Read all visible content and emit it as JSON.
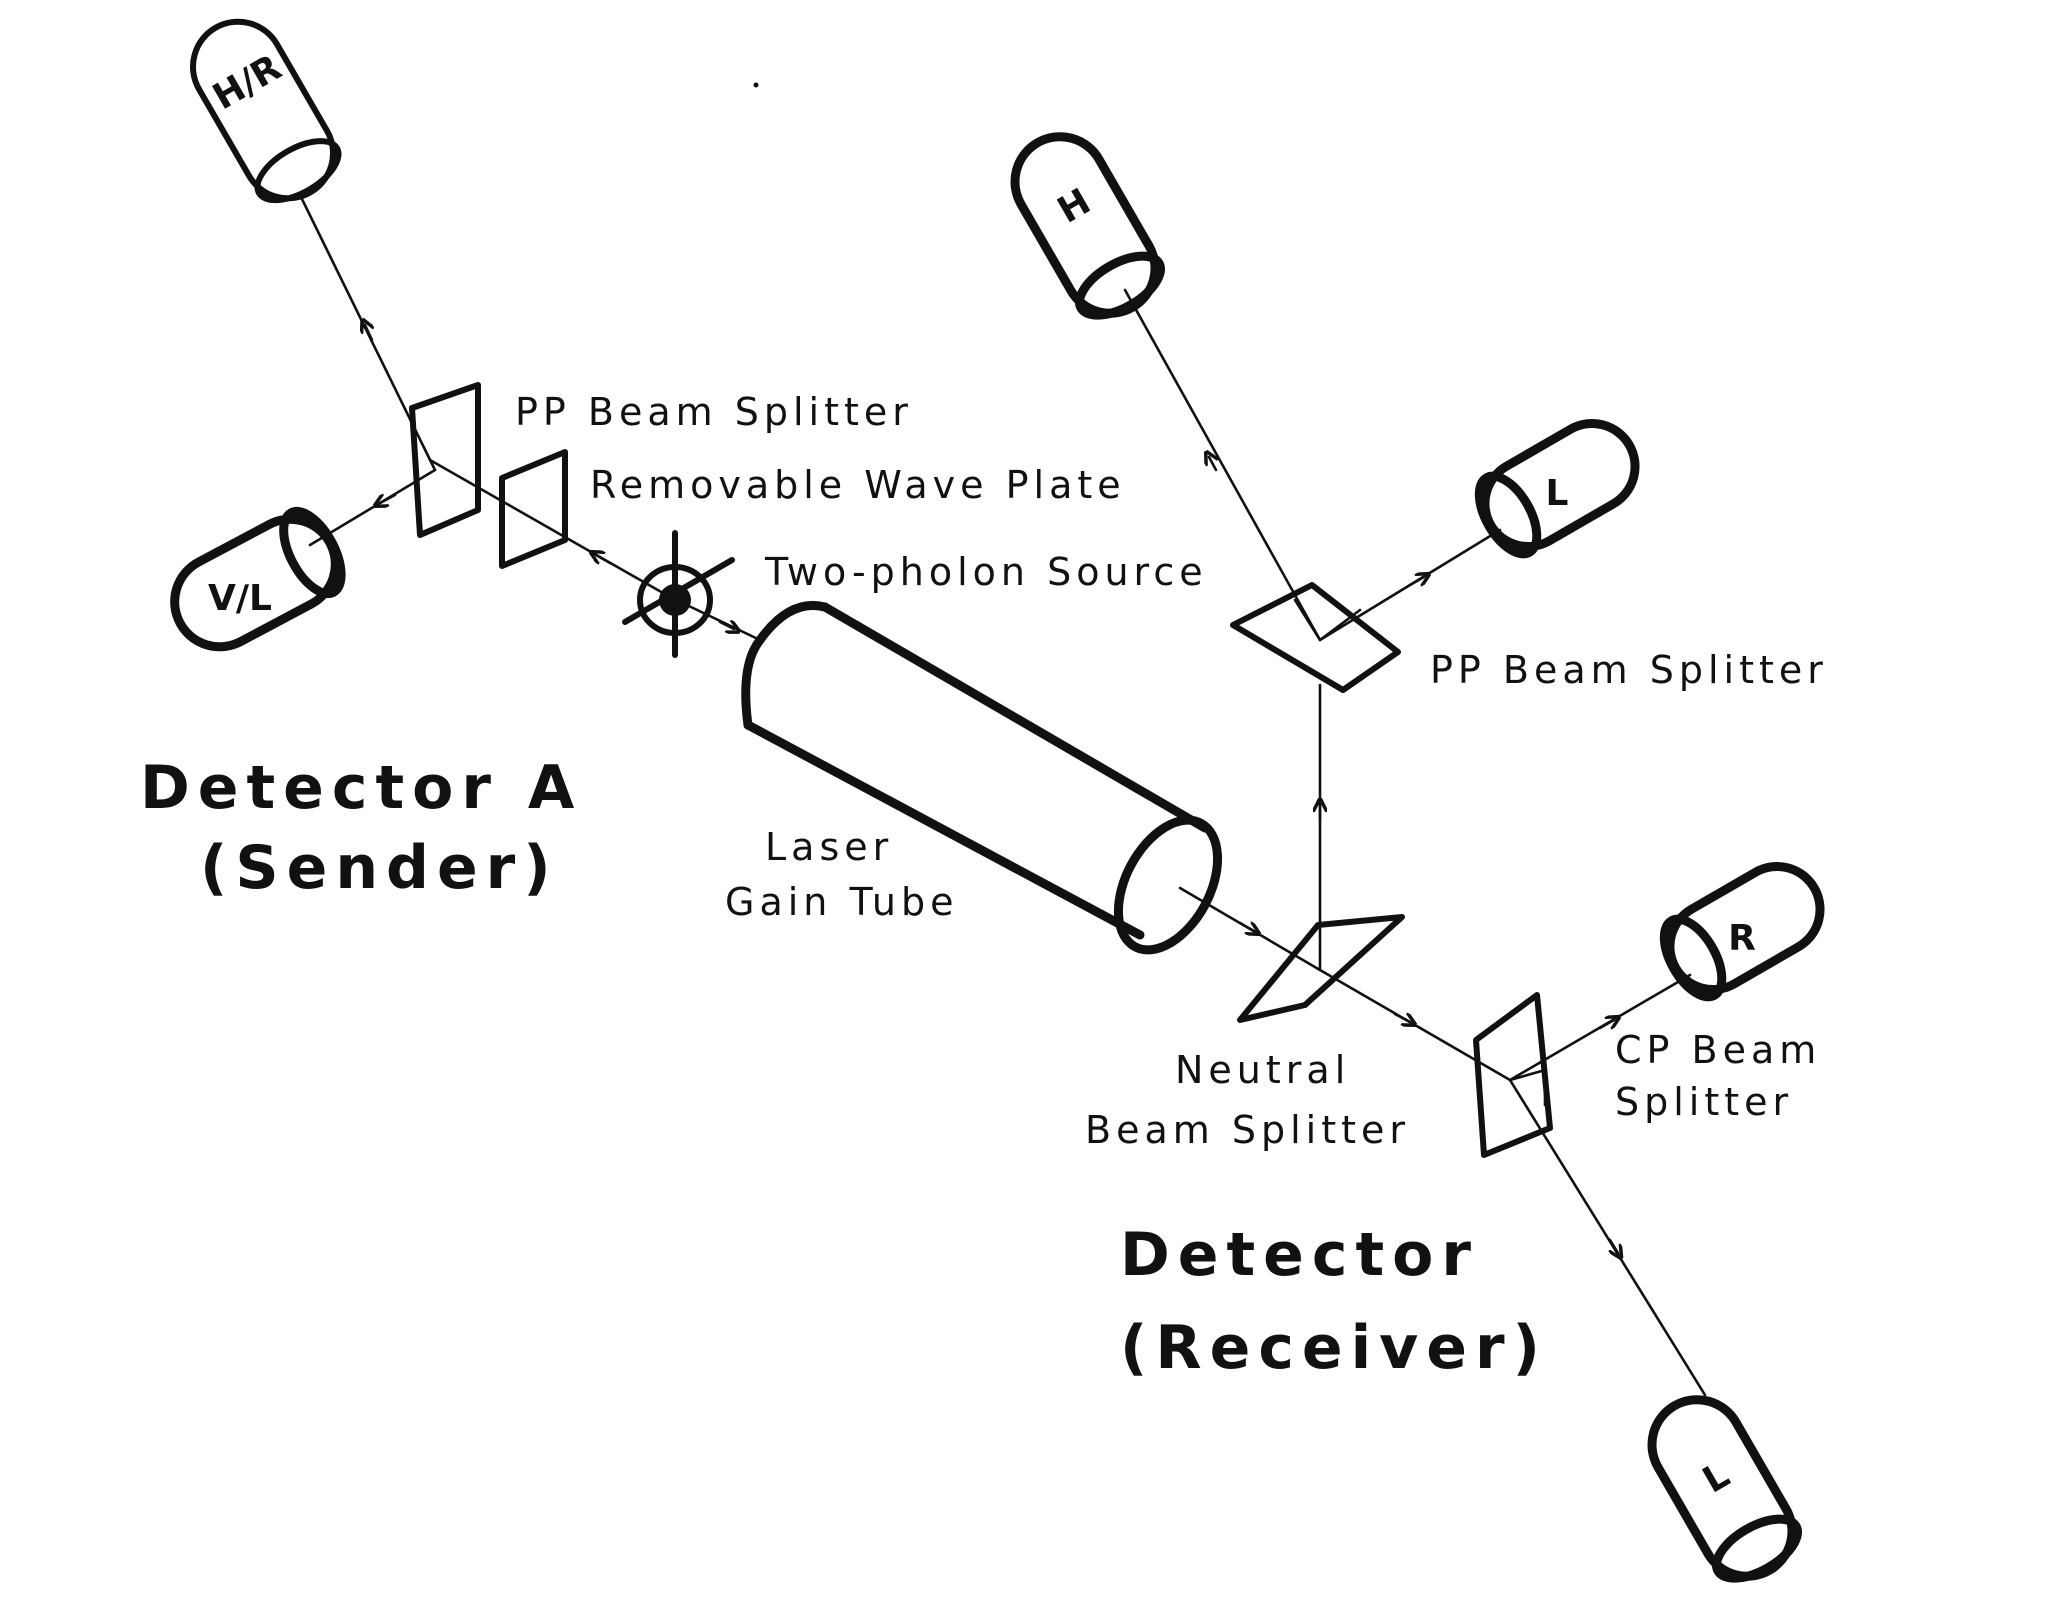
{
  "labels": {
    "pp_beam_splitter_a": "PP Beam Splitter",
    "removable_wave_plate": "Removable Wave Plate",
    "two_photon_source": "Two-pholon Source",
    "laser_line1": "Laser",
    "laser_line2": "Gain Tube",
    "detector_a_line1": "Detector A",
    "detector_a_line2": "(Sender)",
    "pp_beam_splitter_b": "PP Beam Splitter",
    "neutral_line1": "Neutral",
    "neutral_line2": "Beam Splitter",
    "cp_line1": "CP Beam",
    "cp_line2": "Splitter",
    "detector_b_line1": "Detector",
    "detector_b_line2": "(Receiver)"
  },
  "detectors": {
    "a_top": "H/R",
    "a_left": "V/L",
    "b_top": "H",
    "b_right_upper": "L",
    "b_right_lower": "R",
    "b_bottom": "L"
  }
}
